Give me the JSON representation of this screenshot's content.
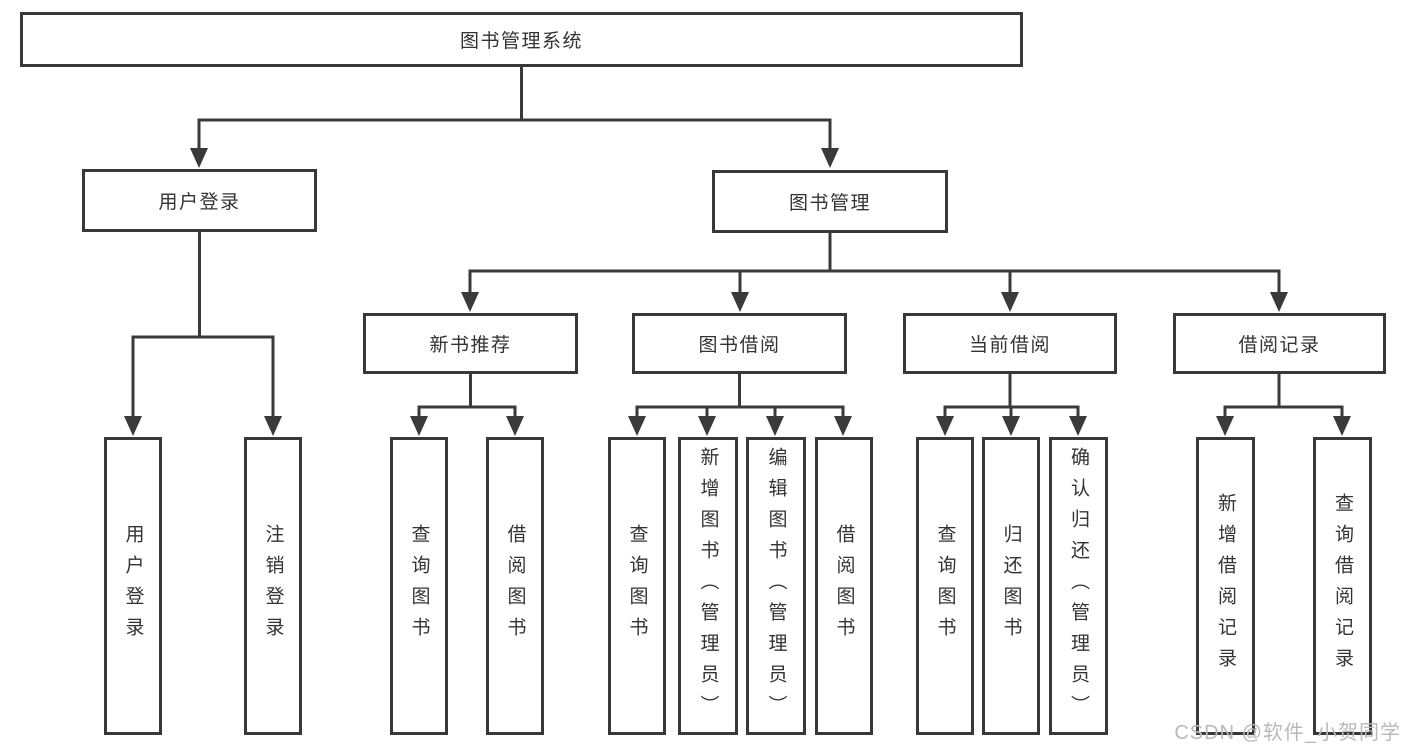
{
  "tree": {
    "root": "图书管理系统",
    "branches": [
      {
        "label": "用户登录",
        "children": [
          "用户登录",
          "注销登录"
        ]
      },
      {
        "label": "图书管理",
        "children": [
          {
            "label": "新书推荐",
            "children": [
              "查询图书",
              "借阅图书"
            ]
          },
          {
            "label": "图书借阅",
            "children": [
              "查询图书",
              "新增图书（管理员）",
              "编辑图书（管理员）",
              "借阅图书"
            ]
          },
          {
            "label": "当前借阅",
            "children": [
              "查询图书",
              "归还图书",
              "确认归还（管理员）"
            ]
          },
          {
            "label": "借阅记录",
            "children": [
              "新增借阅记录",
              "查询借阅记录"
            ]
          }
        ]
      }
    ]
  },
  "watermark": "CSDN @软件_小贺同学",
  "colors": {
    "line": "#3a3a3a",
    "box_border": "#383838",
    "box_fill": "#ffffff",
    "text": "#333333",
    "watermark": "#b9b9b9"
  }
}
